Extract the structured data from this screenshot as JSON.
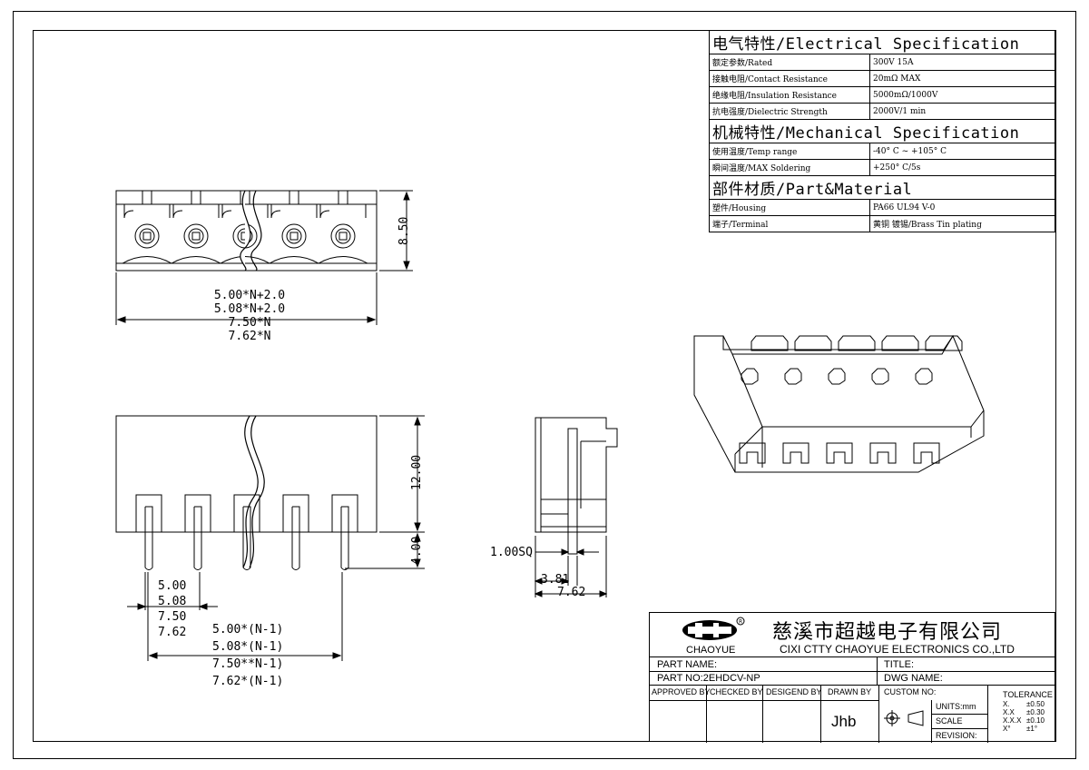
{
  "spec": {
    "electrical_header": "电气特性/Electrical Specification",
    "electrical_rows": [
      {
        "label": "额定参数/Rated",
        "value": "300V  15A"
      },
      {
        "label": "接触电阻/Contact Resistance",
        "value": "20mΩ MAX"
      },
      {
        "label": "绝缘电阻/Insulation Resistance",
        "value": "5000mΩ/1000V"
      },
      {
        "label": "抗电强度/Dielectric Strength",
        "value": "2000V/1 min"
      }
    ],
    "mechanical_header": "机械特性/Mechanical Specification",
    "mechanical_rows": [
      {
        "label": "使用温度/Temp range",
        "value": "-40° C ~ +105° C"
      },
      {
        "label": "瞬间温度/MAX Soldering",
        "value": "+250° C/5s"
      }
    ],
    "material_header": "部件材质/Part&Material",
    "material_rows": [
      {
        "label": "塑件/Housing",
        "value": "PA66 UL94 V-0"
      },
      {
        "label": "端子/Terminal",
        "value": "黄铜 镀锡/Brass Tin plating"
      }
    ]
  },
  "dims": {
    "height_top": "8.50",
    "width_lines": [
      "5.00*N+2.0",
      "5.08*N+2.0",
      "7.50*N",
      "7.62*N"
    ],
    "height_front": "12.00",
    "pin_len": "4.00",
    "pitch_lines": [
      "5.00",
      "5.08",
      "7.50",
      "7.62"
    ],
    "span_lines": [
      "5.00*(N-1)",
      "5.08*(N-1)",
      "7.50**N-1)",
      "7.62*(N-1)"
    ],
    "sq": "1.00SQ",
    "side_a": "3.81",
    "side_b": "7.62"
  },
  "title_block": {
    "logo_text": "CHAOYUE",
    "company_cn": "慈溪市超越电子有限公司",
    "company_en": "CIXI CTTY CHAOYUE ELECTRONICS CO.,LTD",
    "part_name_label": "PART NAME:",
    "title_label": "TITLE:",
    "part_no_label": "PART NO:2EHDCV-NP",
    "dwg_name_label": "DWG NAME:",
    "approved_by": "APPROVED BY",
    "checked_by": "CHECKED BY",
    "designed_by": "DESIGEND BY",
    "drawn_by": "DRAWN BY",
    "drawn_by_value": "Jhb",
    "custom_no": "CUSTOM NO:",
    "units": "UNITS:mm",
    "scale": "SCALE",
    "revision": "REVISION:",
    "tolerance_label": "TOLERANCE",
    "tolerances": [
      {
        "k": "X.",
        "v": "±0.50"
      },
      {
        "k": "X.X",
        "v": "±0.30"
      },
      {
        "k": "X.X.X",
        "v": "±0.10"
      },
      {
        "k": "X°",
        "v": "±1°"
      }
    ]
  }
}
